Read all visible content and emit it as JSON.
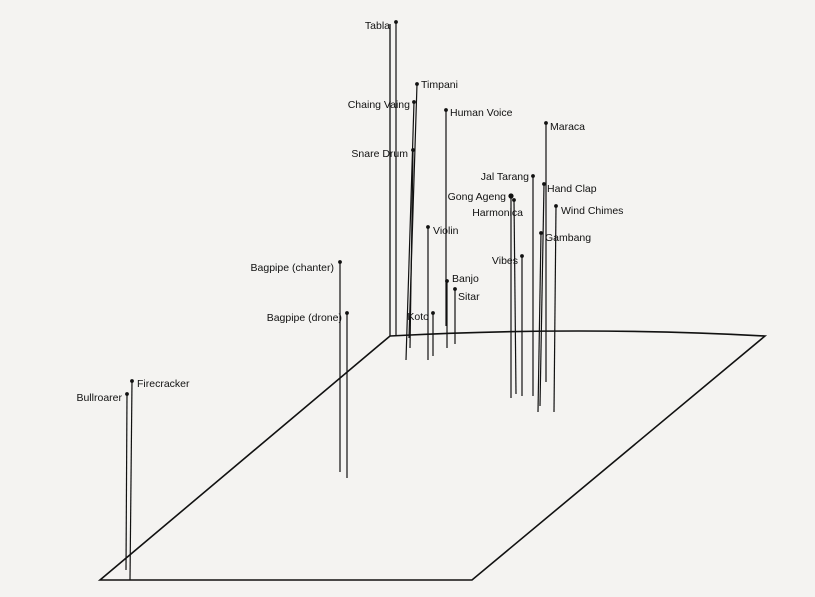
{
  "chart_data": {
    "type": "scatter",
    "description_kind": "3d-lollipop-on-parallelogram-plane",
    "points": [
      {
        "label": "Tabla"
      },
      {
        "label": "Timpani"
      },
      {
        "label": "Chaing Vaing"
      },
      {
        "label": "Human Voice"
      },
      {
        "label": "Maraca"
      },
      {
        "label": "Snare Drum"
      },
      {
        "label": "Jal Tarang"
      },
      {
        "label": "Hand Clap"
      },
      {
        "label": "Gong Ageng"
      },
      {
        "label": "Harmonica"
      },
      {
        "label": "Wind Chimes"
      },
      {
        "label": "Violin"
      },
      {
        "label": "Gambang"
      },
      {
        "label": "Bagpipe (chanter)"
      },
      {
        "label": "Vibes"
      },
      {
        "label": "Banjo"
      },
      {
        "label": "Sitar"
      },
      {
        "label": "Bagpipe (drone)"
      },
      {
        "label": "Koto"
      },
      {
        "label": "Firecracker"
      },
      {
        "label": "Bullroarer"
      }
    ],
    "colors": {
      "ink": "#111111",
      "paper": "#f4f3f1"
    }
  }
}
